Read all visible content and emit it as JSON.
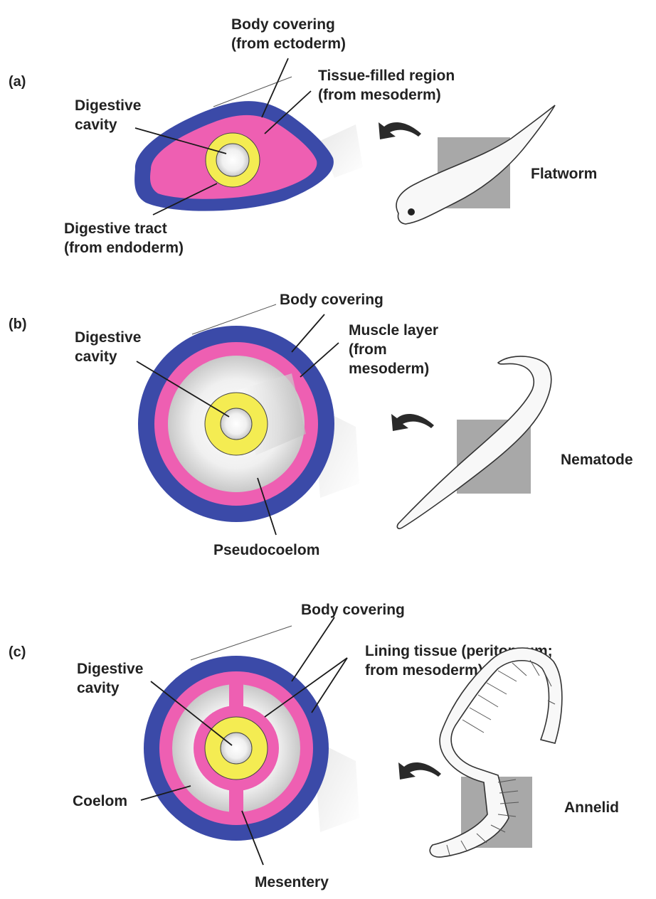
{
  "colors": {
    "body_covering": "#3b4aa8",
    "mesoderm": "#ee5fb2",
    "endoderm": "#f4ec52",
    "cavity": "#ffffff",
    "worm_highlight": "#a8a8a8"
  },
  "panel_a": {
    "letter": "(a)",
    "animal": "Flatworm",
    "labels": {
      "body_covering_1": "Body covering",
      "body_covering_2": "(from ectoderm)",
      "tissue_1": "Tissue-filled region",
      "tissue_2": "(from mesoderm)",
      "cavity_1": "Digestive",
      "cavity_2": "cavity",
      "tract_1": "Digestive tract",
      "tract_2": "(from endoderm)"
    }
  },
  "panel_b": {
    "letter": "(b)",
    "animal": "Nematode",
    "labels": {
      "body_covering": "Body covering",
      "cavity_1": "Digestive",
      "cavity_2": "cavity",
      "muscle_1": "Muscle layer",
      "muscle_2": "(from",
      "muscle_3": "mesoderm)",
      "pseudocoelom": "Pseudocoelom"
    }
  },
  "panel_c": {
    "letter": "(c)",
    "animal": "Annelid",
    "labels": {
      "body_covering": "Body covering",
      "cavity_1": "Digestive",
      "cavity_2": "cavity",
      "lining_1": "Lining tissue (peritoneum;",
      "lining_2": "from mesoderm)",
      "coelom": "Coelom",
      "mesentery": "Mesentery"
    }
  }
}
